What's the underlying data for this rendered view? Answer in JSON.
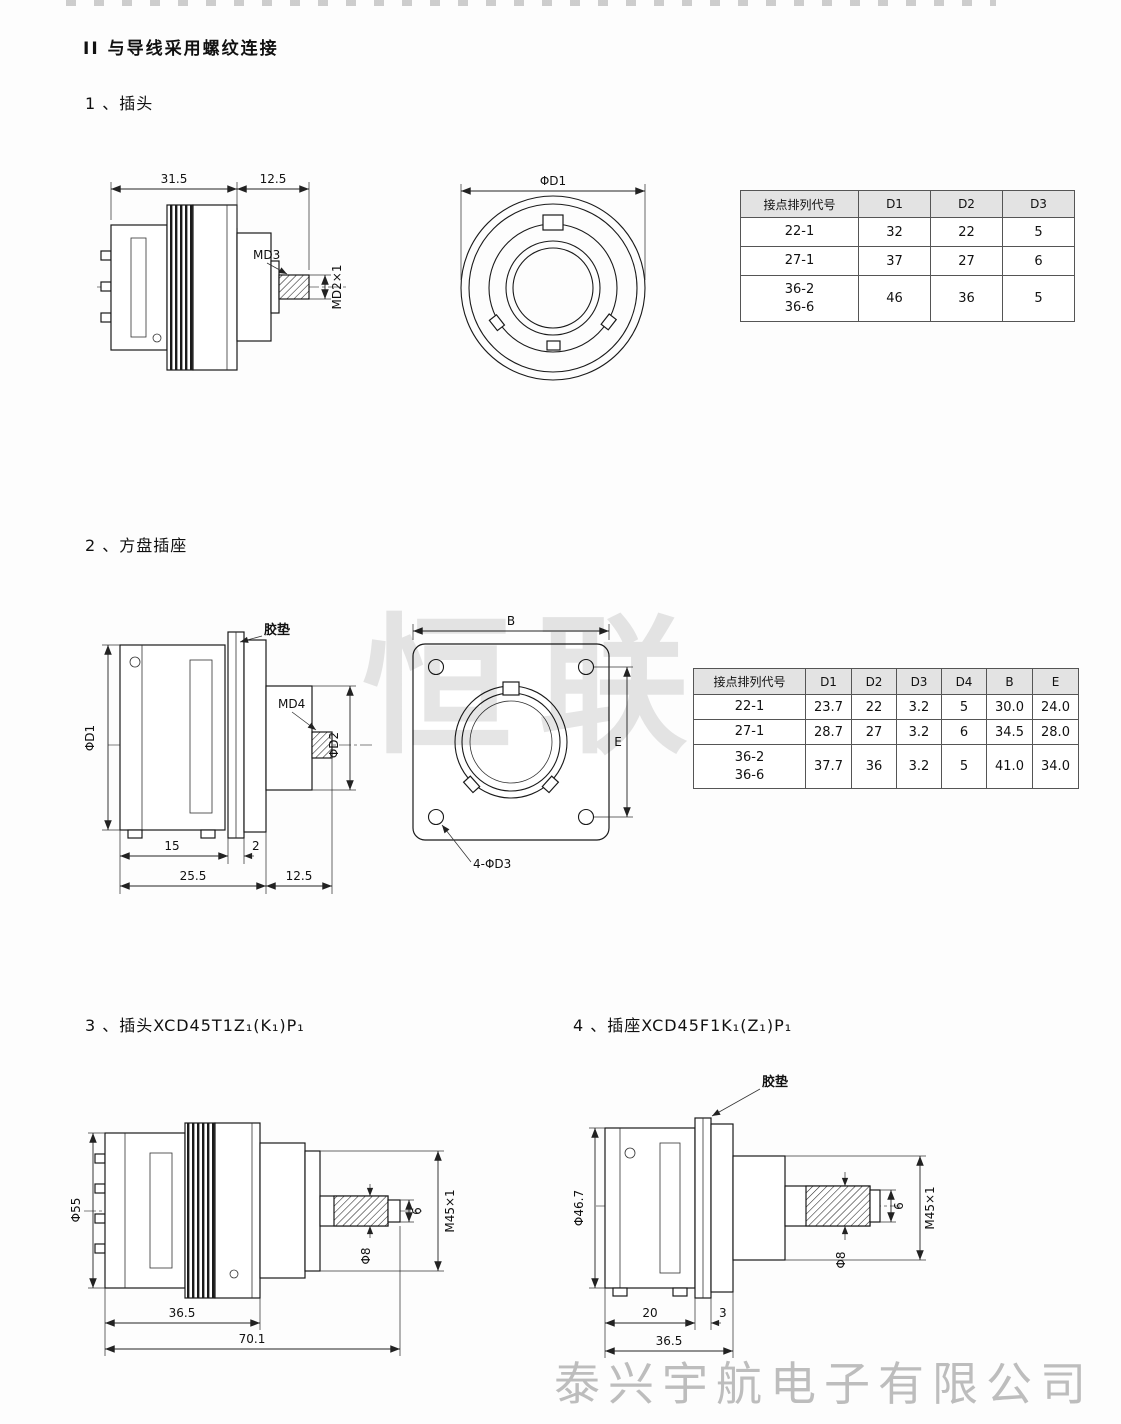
{
  "page": {
    "heading": "II 与导线采用螺纹连接",
    "watermark_center": "恒联",
    "watermark_bottom": "泰兴宇航电子有限公司"
  },
  "section1": {
    "title": "1 、插头",
    "side_view": {
      "dim_front": "31.5",
      "dim_rear": "12.5",
      "label_md3": "MD3",
      "label_md2x1": "MD2×1"
    },
    "front_view": {
      "dim_d1": "ΦD1"
    },
    "table": {
      "headers": [
        "接点排列代号",
        "D1",
        "D2",
        "D3"
      ],
      "rows": [
        [
          "22-1",
          "32",
          "22",
          "5"
        ],
        [
          "27-1",
          "37",
          "27",
          "6"
        ],
        [
          "36-2\n36-6",
          "46",
          "36",
          "5"
        ]
      ]
    }
  },
  "section2": {
    "title": "2 、方盘插座",
    "side_view": {
      "label_gasket": "胶垫",
      "label_md4": "MD4",
      "label_d1": "ΦD1",
      "label_d2": "ΦD2",
      "dim_body": "15",
      "dim_gasket": "2",
      "dim_total": "25.5",
      "dim_rear": "12.5"
    },
    "front_view": {
      "dim_b": "B",
      "dim_e": "E",
      "label_holes": "4-ΦD3"
    },
    "table": {
      "headers": [
        "接点排列代号",
        "D1",
        "D2",
        "D3",
        "D4",
        "B",
        "E"
      ],
      "rows": [
        [
          "22-1",
          "23.7",
          "22",
          "3.2",
          "5",
          "30.0",
          "24.0"
        ],
        [
          "27-1",
          "28.7",
          "27",
          "3.2",
          "6",
          "34.5",
          "28.0"
        ],
        [
          "36-2\n36-6",
          "37.7",
          "36",
          "3.2",
          "5",
          "41.0",
          "34.0"
        ]
      ]
    }
  },
  "section3": {
    "title": "3 、插头XCD45T1Z₁(K₁)P₁",
    "drawing": {
      "label_d55": "Φ55",
      "label_d8": "Φ8",
      "dim_6": "6",
      "label_m45": "M45×1",
      "dim_front": "36.5",
      "dim_total": "70.1"
    }
  },
  "section4": {
    "title": "4 、插座XCD45F1K₁(Z₁)P₁",
    "drawing": {
      "label_gasket": "胶垫",
      "label_d467": "Φ46.7",
      "label_d8": "Φ8",
      "dim_6": "6",
      "label_m45": "M45×1",
      "dim_body": "20",
      "dim_gasket": "3",
      "dim_front": "36.5"
    }
  }
}
